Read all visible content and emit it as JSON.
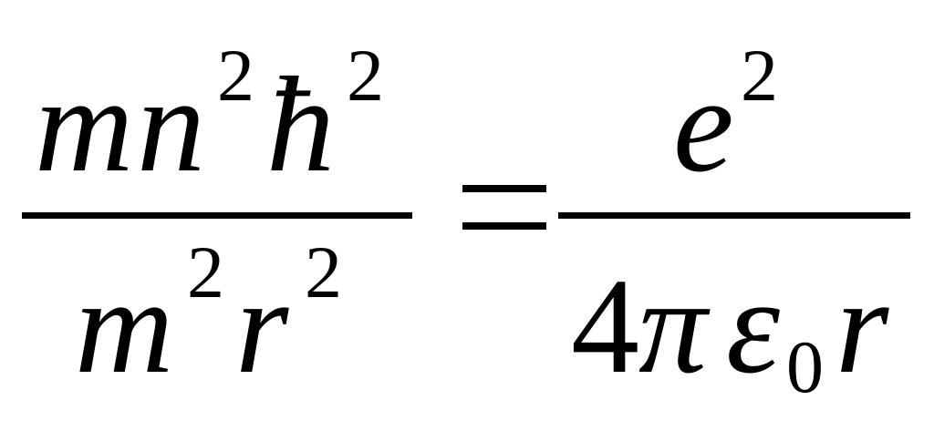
{
  "equation": {
    "lhs": {
      "numerator": {
        "m": "m",
        "n": "n",
        "n_exp": "2",
        "hbar": "ħ",
        "hbar_exp": "2"
      },
      "denominator": {
        "m": "m",
        "m_exp": "2",
        "r": "r",
        "r_exp": "2"
      }
    },
    "equals": "=",
    "rhs": {
      "numerator": {
        "e": "e",
        "e_exp": "2"
      },
      "denominator": {
        "four": "4",
        "pi": "π",
        "epsilon": "ε",
        "epsilon_sub": "0",
        "r": "r"
      }
    }
  }
}
